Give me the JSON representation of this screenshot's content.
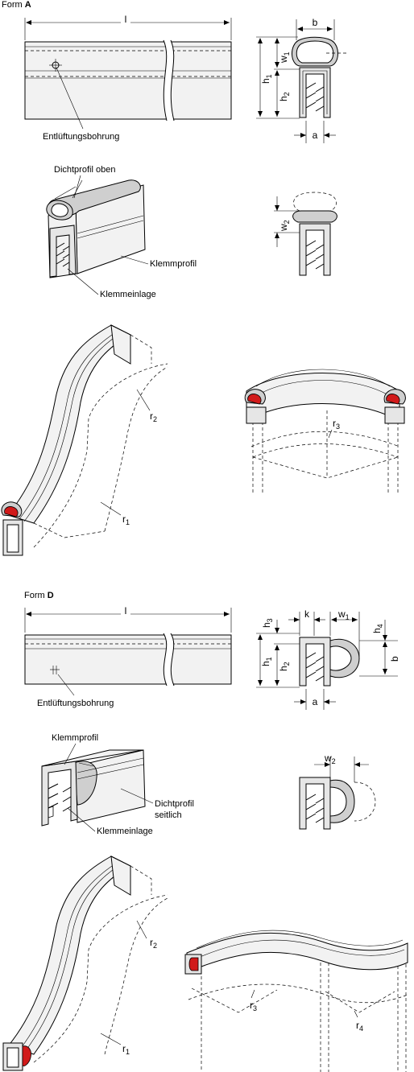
{
  "form_a": {
    "title_prefix": "Form ",
    "title_letter": "A",
    "dim_l": "l",
    "dim_b": "b",
    "dim_a": "a",
    "dim_h1": "h",
    "dim_h1_sub": "1",
    "dim_h2": "h",
    "dim_h2_sub": "2",
    "dim_w1": "w",
    "dim_w1_sub": "1",
    "dim_w2": "w",
    "dim_w2_sub": "2",
    "label_vent": "Entlüftungsbohrung",
    "label_top": "Dichtprofil oben",
    "label_clamp": "Klemmprofil",
    "label_insert": "Klemmeinlage",
    "r1": "r",
    "r1_sub": "1",
    "r2": "r",
    "r2_sub": "2",
    "r3": "r",
    "r3_sub": "3"
  },
  "form_d": {
    "title_prefix": "Form ",
    "title_letter": "D",
    "dim_l": "l",
    "dim_h3": "h",
    "dim_h3_sub": "3",
    "dim_k": "k",
    "dim_w1": "w",
    "dim_w1_sub": "1",
    "dim_h4": "h",
    "dim_h4_sub": "4",
    "dim_h1": "h",
    "dim_h1_sub": "1",
    "dim_h2": "h",
    "dim_h2_sub": "2",
    "dim_b": "b",
    "dim_a": "a",
    "dim_w2": "w",
    "dim_w2_sub": "2",
    "label_vent": "Entlüftungsbohrung",
    "label_clamp": "Klemmprofil",
    "label_side_1": "Dichtprofil",
    "label_side_2": "seitlich",
    "label_insert": "Klemmeinlage",
    "r1": "r",
    "r1_sub": "1",
    "r2": "r",
    "r2_sub": "2",
    "r3": "r",
    "r3_sub": "3",
    "r4": "r",
    "r4_sub": "4"
  },
  "colors": {
    "red_insert": "#d11a1a",
    "profile_fill": "#f2f2f2",
    "bulb_fill": "#cfcfcf"
  }
}
